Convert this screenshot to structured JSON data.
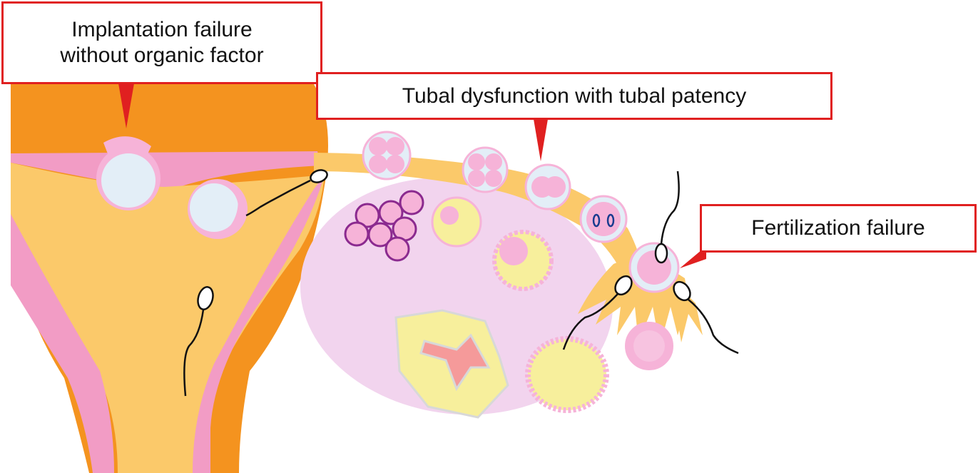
{
  "labels": {
    "implantation_line1": "Implantation failure",
    "implantation_line2": "without organic factor",
    "tubal": "Tubal dysfunction with tubal patency",
    "fertilization": "Fertilization failure"
  },
  "colors": {
    "uterus_outer": "#f4931f",
    "uterus_inner": "#fbc96a",
    "pink_band": "#f29cc5",
    "ovary": "#f2d4ee",
    "cell_pink": "#f6b3d8",
    "cell_light": "#e3eef7",
    "callout_border": "#e02020",
    "corpus_luteum": "#f7ef9c",
    "corpus_center": "#f59a9a"
  }
}
